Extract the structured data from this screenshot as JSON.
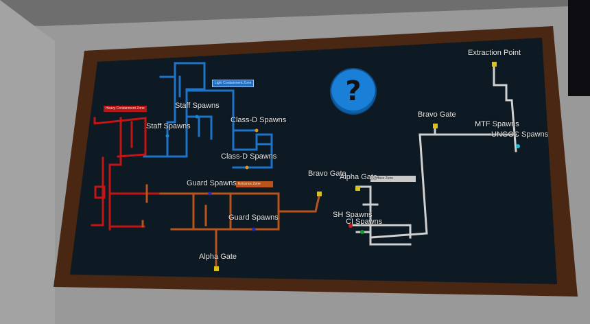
{
  "help_icon": {
    "glyph": "?"
  },
  "zones": {
    "light": "Light Containment Zone",
    "heavy": "Heavy Containment Zone",
    "entrance": "Entrance Zone",
    "surface": "Surface Zone"
  },
  "labels": {
    "extraction_point": "Extraction Point",
    "bravo_gate_surface": "Bravo Gate",
    "mtf_spawns": "MTF Spawns",
    "ungoc_spawns": "UNGOC Spawns",
    "staff_spawns_1": "Staff Spawns",
    "staff_spawns_2": "Staff Spawns",
    "classd_spawns_1": "Class-D Spawns",
    "classd_spawns_2": "Class-D Spawns",
    "guard_spawns_1": "Guard Spawns",
    "guard_spawns_2": "Guard Spawns",
    "bravo_gate": "Bravo Gate",
    "alpha_gate_surface": "Alpha Gate",
    "sh_spawns": "SH Spawns",
    "ci_spawns": "CI Spawns",
    "alpha_gate": "Alpha Gate"
  },
  "colors": {
    "wall": "#9a9a9a",
    "frame": "#4a2712",
    "board": "#0d1a24",
    "light_zone": "#1f73c8",
    "heavy_zone": "#c41414",
    "entrance_zone": "#b8541c",
    "surface_zone": "#d8d8d8",
    "gate_marker": "#d8c020"
  }
}
